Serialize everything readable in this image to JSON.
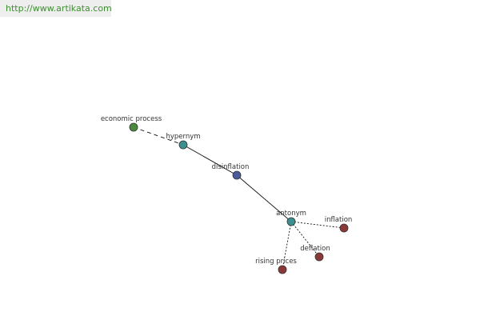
{
  "url": "http://www.artikata.com",
  "colors": {
    "line": "#111111",
    "node_stroke": "#333333"
  },
  "nodes": [
    {
      "id": "economic-process",
      "label": "economic process",
      "color": "#4a8a3e"
    },
    {
      "id": "hypernym",
      "label": "hypernym",
      "color": "#3d9090"
    },
    {
      "id": "disinflation",
      "label": "disinflation",
      "color": "#4a5a9a"
    },
    {
      "id": "antonym",
      "label": "antonym",
      "color": "#3d9090"
    },
    {
      "id": "inflation",
      "label": "inflation",
      "color": "#8a3838"
    },
    {
      "id": "deflation",
      "label": "deflation",
      "color": "#8a3838"
    },
    {
      "id": "rising-prices",
      "label": "rising prices",
      "color": "#8a3838"
    }
  ],
  "edges": [
    {
      "from": "economic-process",
      "to": "hypernym",
      "style": "dashed"
    },
    {
      "from": "hypernym",
      "to": "disinflation",
      "style": "solid"
    },
    {
      "from": "disinflation",
      "to": "antonym",
      "style": "solid"
    },
    {
      "from": "antonym",
      "to": "inflation",
      "style": "dotted"
    },
    {
      "from": "antonym",
      "to": "deflation",
      "style": "dotted"
    },
    {
      "from": "antonym",
      "to": "rising-prices",
      "style": "dotted"
    }
  ]
}
